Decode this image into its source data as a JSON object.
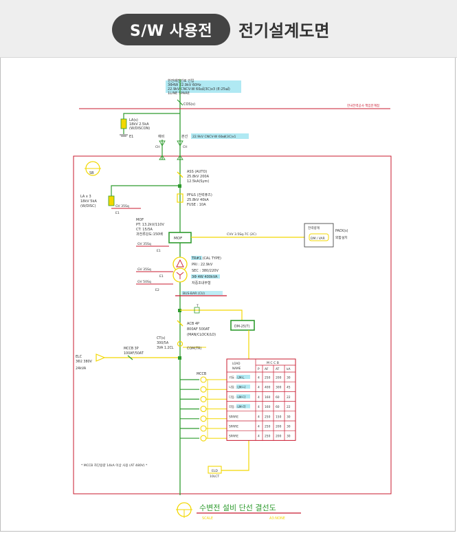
{
  "header": {
    "badge": "S/W 사용전",
    "title": "전기설계도면"
  },
  "incoming": {
    "line1": "한전배전선로 인입",
    "line2": "3Φ4W 22.9kV 60Hz",
    "line3": "22.9kV CNCV-W 60㎟(3C)x3 (E:25㎟)",
    "line4": "1LINE SPARE",
    "cos_label": "COS(s)",
    "kepco_note": "한국전력공사 책임분계점"
  },
  "la": {
    "l1": "LA(s)",
    "l2": "18kV 2.5kA",
    "l3": "(W/DISCON)",
    "ground": "E1"
  },
  "cable": {
    "spare": "예비",
    "main": "본선",
    "spec": "22.9kV CNCV-W 60㎟(3C)x1",
    "ch1": "CH",
    "ch2": "CH"
  },
  "box": {
    "s_label": "SB"
  },
  "ass": {
    "l1": "ASS (AUTO)",
    "l2": "25.8kV 200A",
    "l3": "12.5kA(Sym)"
  },
  "la2": {
    "l1": "LA x 3",
    "l2": "18kV 5kA",
    "l3": "(W/DISC)",
    "cable": "GV 35Sq",
    "ground": "E1"
  },
  "pf": {
    "l1": "PF&S (전력퓨즈)",
    "l2": "25.8kV 40kA",
    "l3": "FUSE : 10A"
  },
  "mof": {
    "t1": "MOF",
    "t2": "PT: 13.2kV/110V",
    "t3": "CT: 15/5A",
    "t4": "과전류강도:150배",
    "box_label": "MOF",
    "cable": "CVV 3.5Sq-7C (2C)",
    "ground_cable": "GV 35Sq",
    "ground": "E1"
  },
  "meter": {
    "title": "전력량계",
    "box": "DM / VAR",
    "right1": "PACK(s)",
    "right2": "외함설치"
  },
  "tr": {
    "l1": "TR#1 (CAL TYPE)",
    "l2": "PRI : 22.9kV",
    "l3": "SEC : 380/220V",
    "l4": "3Φ 4W  400kVA",
    "l5": "자중조내부형",
    "busbar": "BUS-BAR (CU)",
    "g1": "GV 35Sq",
    "g2": "GV 50Sq",
    "e1": "E1",
    "e2": "E2"
  },
  "acb": {
    "l1": "ACB 4P",
    "l2": "800AF 500AT",
    "l3": "(MAN/CLOCK/LO)",
    "dm_box": "DM-25(T)",
    "ct1": "CT(s)",
    "ct2": "300/5A",
    "ct3": "3VA 1.2CL",
    "com": "COM(TR)",
    "t_label": "T"
  },
  "elc": {
    "l1": "ELC",
    "l2": "3Φ2 380V",
    "l3": "24kVA"
  },
  "mccb3p": {
    "l1": "MCCB 3P",
    "l2": "100AF/50AT"
  },
  "mccb_table": {
    "mccb_label": "MCCB",
    "group_header": "M C C B",
    "headers": [
      "LOAD NAME",
      "P",
      "AF",
      "AT",
      "kA"
    ],
    "rows": [
      [
        "가동 : LM-L",
        "4",
        "250",
        "200",
        "30"
      ],
      [
        "나동 : LM-나",
        "4",
        "400",
        "300",
        "45"
      ],
      [
        "다동 : LM-다",
        "4",
        "160",
        "60",
        "22"
      ],
      [
        "라동 : LM-라",
        "4",
        "160",
        "60",
        "22"
      ],
      [
        "SPARE",
        "4",
        "250",
        "150",
        "30"
      ],
      [
        "SPARE",
        "4",
        "250",
        "200",
        "30"
      ],
      [
        "SPARE",
        "4",
        "250",
        "200",
        "30"
      ]
    ]
  },
  "bottom": {
    "footnote": "* MCCB 차단용량 14kA 이상 사용 (AT 480V) *",
    "ex_box": "ELD",
    "ex_sub": "10LCT",
    "title": "수변전 설비 단선 결선도",
    "scale": "SCALE",
    "scale_value": "A3:NONE"
  },
  "colors": {
    "red": "#c8182e",
    "green": "#2e9b2e",
    "yellow": "#f2d700",
    "cyan": "#8fe0ee"
  }
}
